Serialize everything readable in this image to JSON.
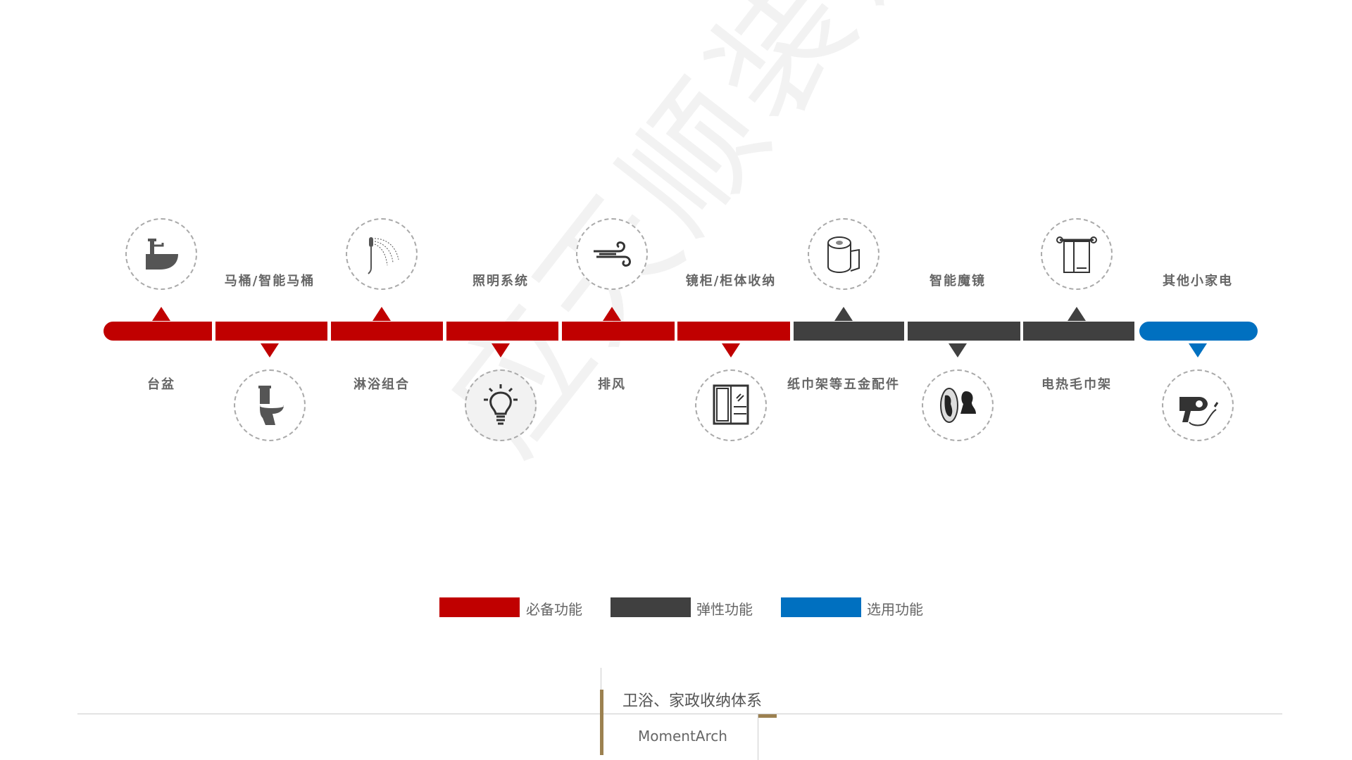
{
  "watermark": "应天顺装饰",
  "colors": {
    "required": "#c00000",
    "flexible": "#404040",
    "optional": "#0070c0"
  },
  "items": [
    {
      "label": "台盆",
      "icon": "sink-icon",
      "category": "required",
      "icon_side": "up"
    },
    {
      "label": "马桶/智能马桶",
      "icon": "toilet-icon",
      "category": "required",
      "icon_side": "down"
    },
    {
      "label": "淋浴组合",
      "icon": "shower-icon",
      "category": "required",
      "icon_side": "up"
    },
    {
      "label": "照明系统",
      "icon": "lightbulb-icon",
      "category": "required",
      "icon_side": "down"
    },
    {
      "label": "排风",
      "icon": "wind-icon",
      "category": "required",
      "icon_side": "up"
    },
    {
      "label": "镜柜/柜体收纳",
      "icon": "cabinet-icon",
      "category": "required",
      "icon_side": "down"
    },
    {
      "label": "纸巾架等五金配件",
      "icon": "toilet-paper-icon",
      "category": "flexible",
      "icon_side": "up"
    },
    {
      "label": "智能魔镜",
      "icon": "mirror-icon",
      "category": "flexible",
      "icon_side": "down"
    },
    {
      "label": "电热毛巾架",
      "icon": "towel-rack-icon",
      "category": "flexible",
      "icon_side": "up"
    },
    {
      "label": "其他小家电",
      "icon": "hair-dryer-icon",
      "category": "optional",
      "icon_side": "down"
    }
  ],
  "legend": [
    {
      "key": "required",
      "label": "必备功能"
    },
    {
      "key": "flexible",
      "label": "弹性功能"
    },
    {
      "key": "optional",
      "label": "选用功能"
    }
  ],
  "footer": {
    "title": "卫浴、家政收纳体系",
    "brand": "MomentArch"
  }
}
